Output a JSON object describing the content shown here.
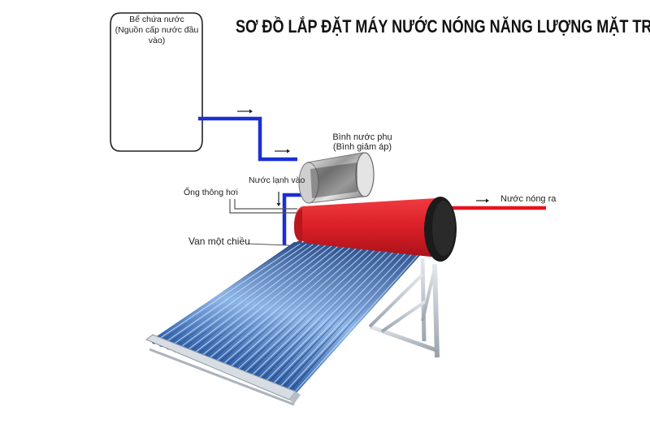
{
  "title": "SƠ ĐỒ LẮP ĐẶT MÁY NƯỚC NÓNG NĂNG LƯỢNG MẶT TRỜI",
  "tank": {
    "name": "Bể chứa nước",
    "subtitle": "(Nguồn cấp nước đầu vào)"
  },
  "labels": {
    "aux_tank": "Bình nước phụ",
    "aux_tank_sub": "(Bình giảm áp)",
    "cold_in": "Nước lạnh vào",
    "vent_pipe": "Ống thông hơi",
    "check_valve": "Van một chiều",
    "hot_out": "Nước nóng ra"
  },
  "colors": {
    "cold_pipe": "#1a2fd6",
    "hot_pipe": "#e8121e",
    "tank_body": "#d81e26",
    "tube": "#4f7fc0",
    "frame": "#c9cfd6"
  },
  "icons": {
    "flow_arrow": "right-arrow-icon",
    "down_arrow": "down-arrow-icon"
  }
}
